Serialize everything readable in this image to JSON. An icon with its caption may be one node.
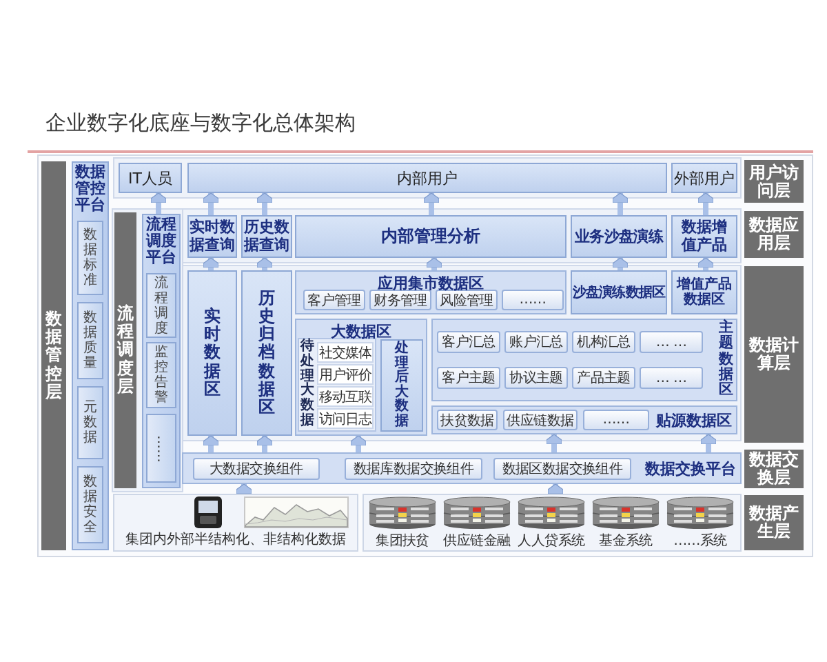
{
  "diagram": {
    "title": "企业数字化底座与数字化总体架构",
    "nodes": [
      {
        "text": [
          "数据管控层"
        ]
      },
      {
        "text": [
          "数据管控平台"
        ]
      },
      {
        "text": [
          "数据标准"
        ],
        "in": 1
      },
      {
        "text": [
          "数据质量"
        ],
        "in": 1
      },
      {
        "text": [
          "元数据"
        ],
        "in": 1
      },
      {
        "text": [
          "数据安全"
        ],
        "in": 1
      },
      {
        "text": [
          "IT人员"
        ]
      },
      {
        "text": [
          "内部用户"
        ]
      },
      {
        "text": [
          "外部用户"
        ]
      },
      {
        "text": [
          "用户访问层"
        ]
      },
      {
        "text": [
          "流程调度层"
        ]
      },
      {
        "text": [
          "流程调度平台"
        ]
      },
      {
        "text": [
          "流程调度"
        ],
        "in": 11
      },
      {
        "text": [
          "监控告警"
        ],
        "in": 11
      },
      {
        "text": [
          "……"
        ],
        "in": 11
      },
      {
        "text": [
          "实时数据查询"
        ]
      },
      {
        "text": [
          "历史数据查询"
        ]
      },
      {
        "text": [
          "内部管理分析"
        ]
      },
      {
        "text": [
          "业务沙盘演练"
        ]
      },
      {
        "text": [
          "数据增值产品"
        ]
      },
      {
        "text": [
          "数据应用层"
        ]
      },
      {
        "text": [
          "实时数据区"
        ]
      },
      {
        "text": [
          "历史归档数据区"
        ]
      },
      {
        "text": [
          "应用集市数据区"
        ]
      },
      {
        "text": [
          "客户管理"
        ],
        "in": 23
      },
      {
        "text": [
          "财务管理"
        ],
        "in": 23
      },
      {
        "text": [
          "风险管理"
        ],
        "in": 23
      },
      {
        "text": [
          "……"
        ],
        "in": 23
      },
      {
        "text": [
          "沙盘演练数据区"
        ]
      },
      {
        "text": [
          "增值产品数据区"
        ]
      },
      {
        "text": [
          "大数据区"
        ]
      },
      {
        "text": [
          "待处理大数据"
        ],
        "in": 30
      },
      {
        "text": [
          "社交媒体"
        ],
        "in": 31
      },
      {
        "text": [
          "用户评价"
        ],
        "in": 31
      },
      {
        "text": [
          "移动互联"
        ],
        "in": 31
      },
      {
        "text": [
          "访问日志"
        ],
        "in": 31
      },
      {
        "text": [
          "处理后大数据"
        ],
        "in": 30
      },
      {
        "text": [
          "主题数据区"
        ]
      },
      {
        "text": [
          "客户汇总"
        ],
        "in": 37
      },
      {
        "text": [
          "账户汇总"
        ],
        "in": 37
      },
      {
        "text": [
          "机构汇总"
        ],
        "in": 37
      },
      {
        "text": [
          "… …"
        ],
        "in": 37
      },
      {
        "text": [
          "客户主题"
        ],
        "in": 37
      },
      {
        "text": [
          "协议主题"
        ],
        "in": 37
      },
      {
        "text": [
          "产品主题"
        ],
        "in": 37
      },
      {
        "text": [
          "… …"
        ],
        "in": 37
      },
      {
        "text": [
          "贴源数据区"
        ]
      },
      {
        "text": [
          "扶贫数据"
        ],
        "in": 46
      },
      {
        "text": [
          "供应链数据"
        ],
        "in": 46
      },
      {
        "text": [
          "……"
        ],
        "in": 46
      },
      {
        "text": [
          "数据计算层"
        ]
      },
      {
        "text": [
          "数据交换平台"
        ]
      },
      {
        "text": [
          "大数据交换组件"
        ],
        "in": 51
      },
      {
        "text": [
          "数据库数据交换组件"
        ],
        "in": 51
      },
      {
        "text": [
          "数据区数据交换组件"
        ],
        "in": 51
      },
      {
        "text": [
          "数据交换层"
        ]
      },
      {
        "text": [
          "集团内外部半结构化、非结构化数据"
        ]
      },
      {
        "text": [],
        "shape": "box"
      },
      {
        "text": [
          "集团扶贫"
        ],
        "in": 57
      },
      {
        "text": [
          "供应链金融"
        ],
        "in": 57
      },
      {
        "text": [
          "人人贷系统"
        ],
        "in": 57
      },
      {
        "text": [
          "基金系统"
        ],
        "in": 57
      },
      {
        "text": [
          "……系统"
        ],
        "in": 57
      },
      {
        "text": [
          "数据产生层"
        ]
      }
    ],
    "edges": [
      {
        "from": 11,
        "to": 6,
        "arrow": "to"
      },
      {
        "from": 15,
        "to": 7,
        "arrow": "to"
      },
      {
        "from": 16,
        "to": 7,
        "arrow": "to"
      },
      {
        "from": 17,
        "to": 7,
        "arrow": "to"
      },
      {
        "from": 18,
        "to": 7,
        "arrow": "to"
      },
      {
        "from": 19,
        "to": 8,
        "arrow": "to"
      },
      {
        "from": 21,
        "to": 15,
        "arrow": "to"
      },
      {
        "from": 22,
        "to": 16,
        "arrow": "to"
      },
      {
        "from": 23,
        "to": 17,
        "arrow": "to"
      },
      {
        "from": 28,
        "to": 18,
        "arrow": "to"
      },
      {
        "from": 29,
        "to": 19,
        "arrow": "to"
      },
      {
        "from": 51,
        "to": 21,
        "arrow": "to"
      },
      {
        "from": 51,
        "to": 22,
        "arrow": "to"
      },
      {
        "from": 51,
        "to": 30,
        "arrow": "to"
      },
      {
        "from": 51,
        "to": 46,
        "arrow": "to"
      },
      {
        "from": 51,
        "to": 46,
        "arrow": "to"
      },
      {
        "from": 56,
        "to": 51,
        "arrow": "to"
      },
      {
        "from": 57,
        "to": 51,
        "arrow": "to"
      }
    ]
  }
}
